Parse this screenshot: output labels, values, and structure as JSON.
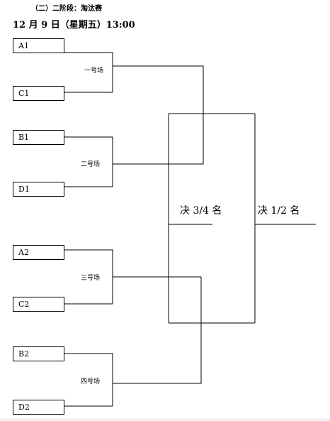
{
  "header": {
    "stage_title": "（二）二阶段：淘汰赛",
    "date_time": "12 月 9 日（星期五）13:00"
  },
  "teams": [
    "A1",
    "C1",
    "B1",
    "D1",
    "A2",
    "C2",
    "B2",
    "D2"
  ],
  "venues": [
    "一号场",
    "二号场",
    "三号场",
    "四号场"
  ],
  "finals": {
    "third_place": "决 3/4 名",
    "first_place": "决 1/2 名"
  }
}
